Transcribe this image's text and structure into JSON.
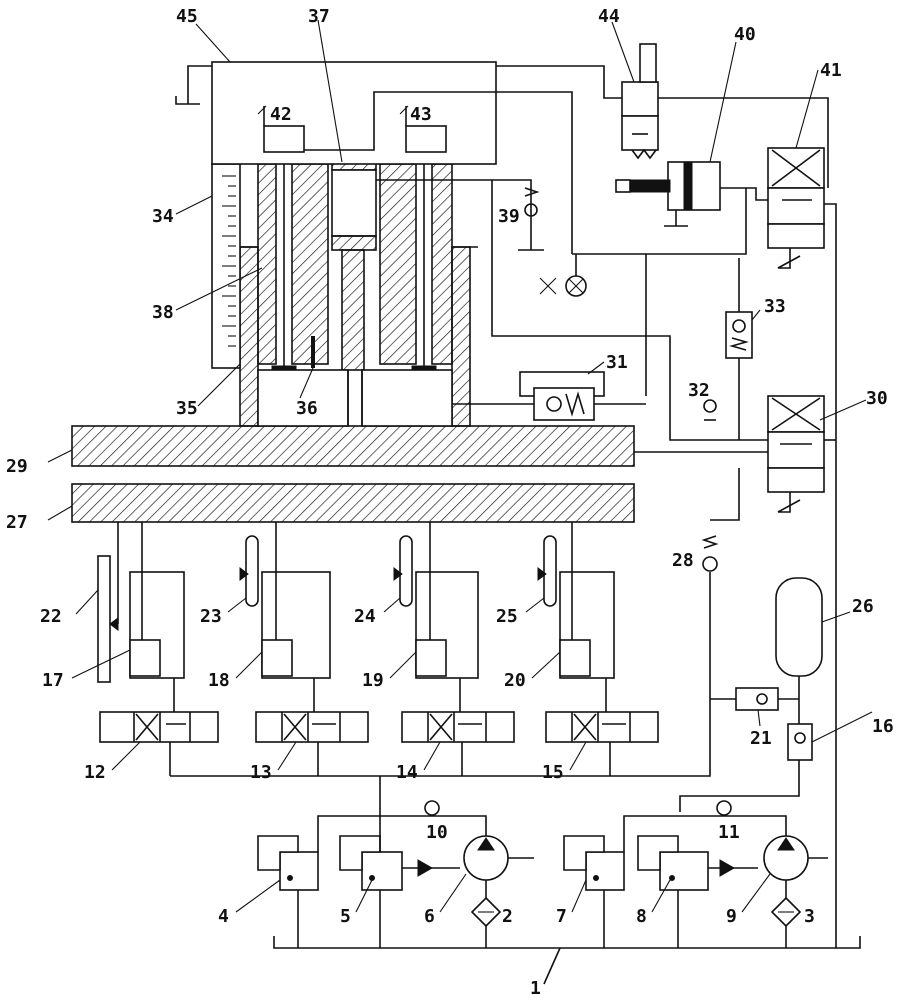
{
  "labels": {
    "l1": "1",
    "l2": "2",
    "l3": "3",
    "l4": "4",
    "l5": "5",
    "l6": "6",
    "l7": "7",
    "l8": "8",
    "l9": "9",
    "l10": "10",
    "l11": "11",
    "l12": "12",
    "l13": "13",
    "l14": "14",
    "l15": "15",
    "l16": "16",
    "l17": "17",
    "l18": "18",
    "l19": "19",
    "l20": "20",
    "l21": "21",
    "l22": "22",
    "l23": "23",
    "l24": "24",
    "l25": "25",
    "l26": "26",
    "l27": "27",
    "l28": "28",
    "l29": "29",
    "l30": "30",
    "l31": "31",
    "l32": "32",
    "l33": "33",
    "l34": "34",
    "l35": "35",
    "l36": "36",
    "l37": "37",
    "l38": "38",
    "l39": "39",
    "l40": "40",
    "l41": "41",
    "l42": "42",
    "l43": "43",
    "l44": "44",
    "l45": "45"
  }
}
